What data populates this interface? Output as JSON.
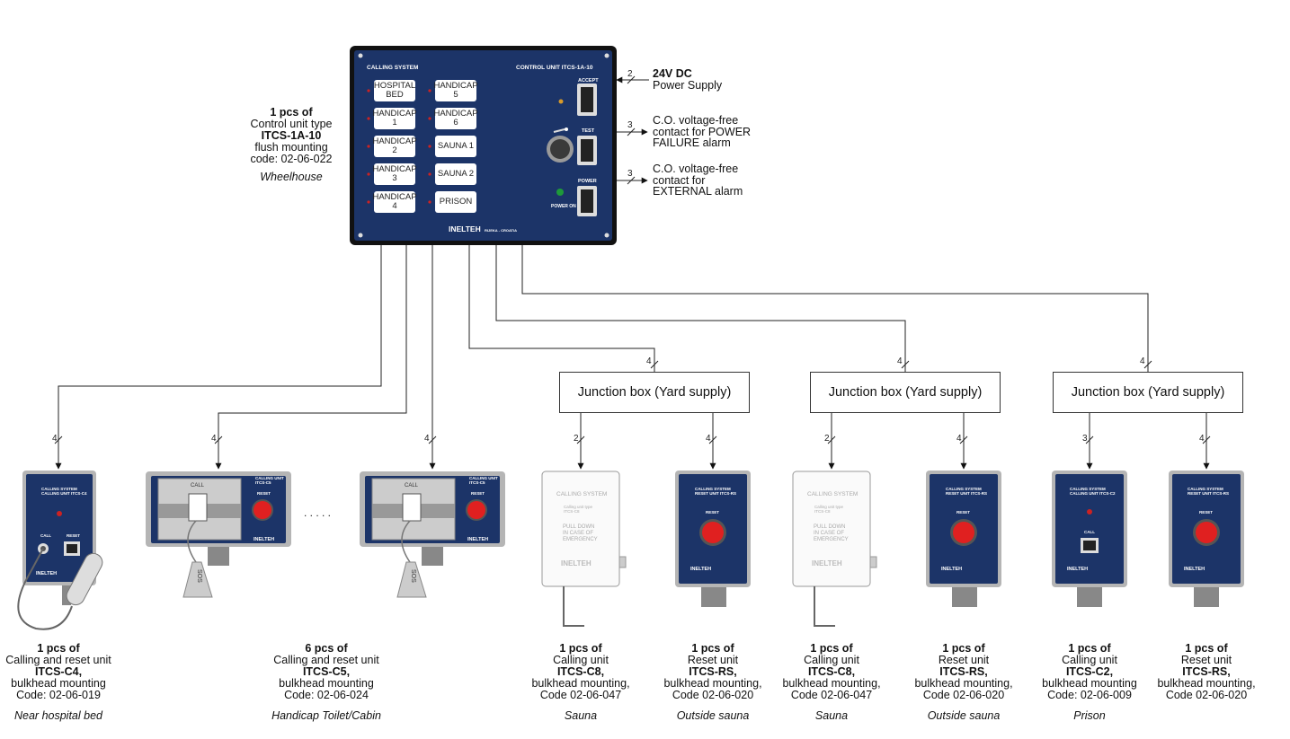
{
  "control_unit": {
    "header_left": "CALLING SYSTEM",
    "header_right": "CONTROL UNIT  ITCS-1A-10",
    "buttons_left": [
      "HOSPITAL\nBED",
      "HANDICAP\n1",
      "HANDICAP\n2",
      "HANDICAP\n3",
      "HANDICAP\n4"
    ],
    "buttons_right": [
      "HANDICAP\n5",
      "HANDICAP\n6",
      "SAUNA 1",
      "SAUNA 2",
      "PRISON"
    ],
    "accept_label": "ACCEPT",
    "test_label": "TEST",
    "power_label": "POWER",
    "power_on_label": "POWER ON",
    "brand": "INELTEH",
    "brand_sub": "RIJEKA - CROATIA"
  },
  "control_label": {
    "line1": "1 pcs of",
    "line2": "Control unit type",
    "line3": "ITCS-1A-10",
    "line4": "flush mounting",
    "line5": "code: 02-06-022",
    "location": "Wheelhouse"
  },
  "outputs": [
    {
      "count": "2",
      "title": "24V DC",
      "text": "Power Supply"
    },
    {
      "count": "3",
      "title": "",
      "text": "C.O. voltage-free\ncontact for POWER\nFAILURE alarm"
    },
    {
      "count": "3",
      "title": "",
      "text": "C.O. voltage-free\ncontact for\nEXTERNAL alarm"
    }
  ],
  "junction_label": "Junction box (Yard supply)",
  "wire_counts": {
    "trunk": [
      "4",
      "4",
      "4"
    ],
    "c4": "4",
    "c5a": "4",
    "c5b": "4",
    "sauna1_call": "2",
    "sauna1_reset": "4",
    "sauna2_call": "2",
    "sauna2_reset": "4",
    "prison_call": "3",
    "prison_reset": "4"
  },
  "ellipsis": ". . . . .",
  "device_text": {
    "c4_header": "CALLING SYSTEM\nCALLING UNIT  ITCS-C4",
    "call": "CALL",
    "reset": "RESET",
    "c5_header": "CALLING UNIT\nITCS-C5",
    "sos": "SOS",
    "c8_header": "CALLING SYSTEM",
    "c8_sub": "Calling unit type\nITCS-C8",
    "c8_body": "PULL DOWN\nIN CASE OF\nEMERGENCY",
    "rs_header": "CALLING SYSTEM\nRESET UNIT  ITCS-RS",
    "c2_header": "CALLING SYSTEM\nCALLING UNIT  ITCS-C2"
  },
  "devices": [
    {
      "qty": "1 pcs of",
      "desc": "Calling and reset unit",
      "model": "ITCS-C4,",
      "mount": "bulkhead mounting",
      "code": "Code: 02-06-019",
      "location": "Near hospital bed"
    },
    {
      "qty": "6 pcs of",
      "desc": "Calling and reset unit",
      "model": "ITCS-C5,",
      "mount": "bulkhead mounting",
      "code": "Code: 02-06-024",
      "location": "Handicap Toilet/Cabin"
    },
    {
      "qty": "1 pcs of",
      "desc": "Calling unit",
      "model": "ITCS-C8,",
      "mount": "bulkhead mounting,",
      "code": "Code 02-06-047",
      "location": "Sauna"
    },
    {
      "qty": "1 pcs of",
      "desc": "Reset unit",
      "model": "ITCS-RS,",
      "mount": "bulkhead mounting,",
      "code": "Code 02-06-020",
      "location": "Outside sauna"
    },
    {
      "qty": "1 pcs of",
      "desc": "Calling unit",
      "model": "ITCS-C8,",
      "mount": "bulkhead mounting,",
      "code": "Code 02-06-047",
      "location": "Sauna"
    },
    {
      "qty": "1 pcs of",
      "desc": "Reset unit",
      "model": "ITCS-RS,",
      "mount": "bulkhead mounting,",
      "code": "Code 02-06-020",
      "location": "Outside sauna"
    },
    {
      "qty": "1 pcs of",
      "desc": "Calling unit",
      "model": "ITCS-C2,",
      "mount": "bulkhead mounting",
      "code": "Code: 02-06-009",
      "location": "Prison"
    },
    {
      "qty": "1 pcs of",
      "desc": "Reset unit",
      "model": "ITCS-RS,",
      "mount": "bulkhead mounting,",
      "code": "Code 02-06-020",
      "location": ""
    }
  ]
}
